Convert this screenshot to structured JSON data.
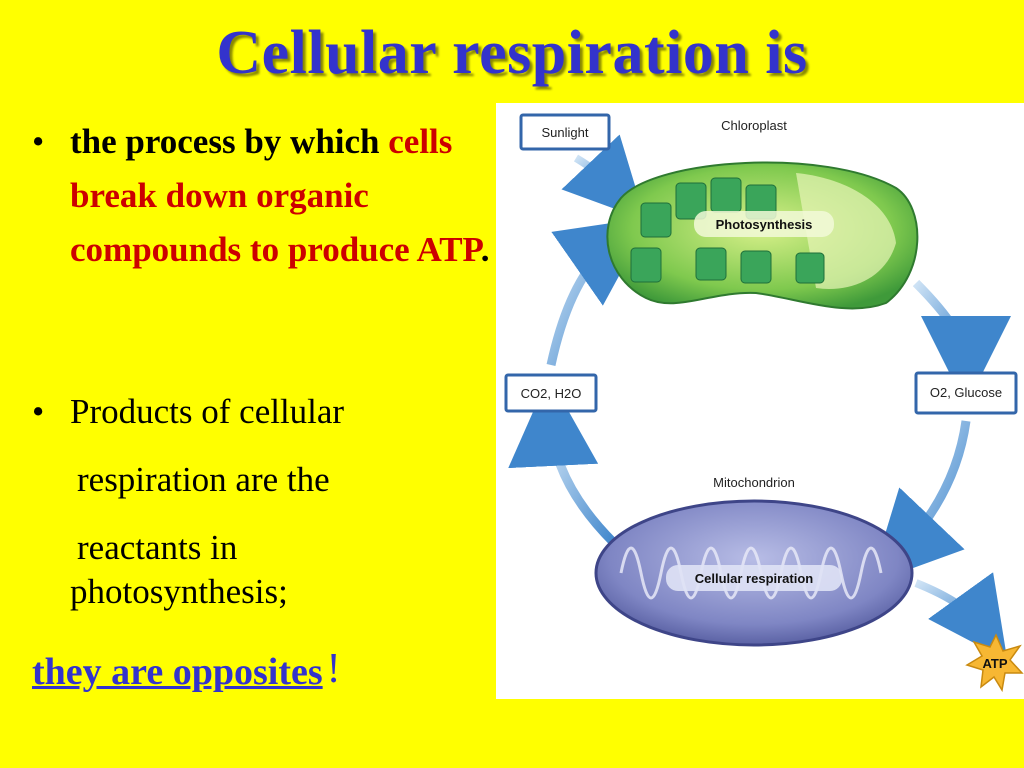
{
  "slide": {
    "title": "Cellular respiration is",
    "bullet1": {
      "black": "the process by which",
      "red": "cells break down organic compounds to produce ATP",
      "period": "."
    },
    "bullet2": {
      "lines": [
        "Products of cellular",
        "respiration are the",
        "reactants in",
        "photosynthesis;"
      ]
    },
    "conclusion": {
      "text": "they are opposites",
      "exclaim": "!"
    },
    "bullet_symbol": "•"
  },
  "diagram": {
    "sunlight": "Sunlight",
    "chloroplast": "Chloroplast",
    "photosynthesis": "Photosynthesis",
    "co2_h2o": "CO2, H2O",
    "o2_glucose": "O2, Glucose",
    "mitochondrion": "Mitochondrion",
    "cellular_respiration": "Cellular respiration",
    "atp": "ATP",
    "colors": {
      "chloroplast": "#6fbf4a",
      "mitochondrion": "#7f86c4",
      "arrow": "#4a90d0",
      "box_border": "#3366aa"
    }
  }
}
